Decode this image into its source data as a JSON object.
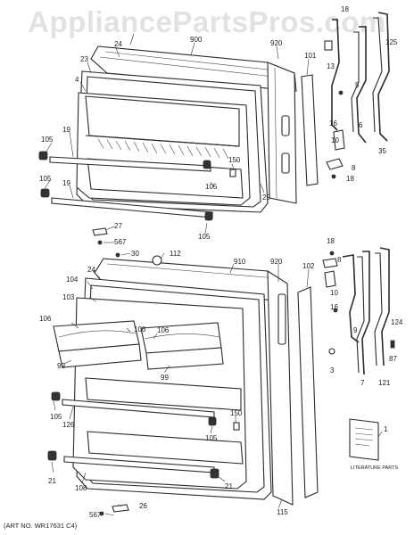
{
  "watermark": "AppliancePartsPros.com",
  "art_number": "(ART NO. WR17631 C4)",
  "literature_label": "LITERATURE PARTS",
  "callouts": {
    "top": {
      "c18a": "18",
      "c900": "900",
      "c920": "920",
      "c125": "125",
      "c24": "24",
      "c23": "23",
      "c101": "101",
      "c13": "13",
      "c5": "5",
      "c4": "4",
      "c16": "16",
      "c6": "6",
      "c105a": "105",
      "c19a": "19",
      "c10": "10",
      "c35": "35",
      "c150": "150",
      "c8": "8",
      "c18b": "18",
      "c105b": "105",
      "c19b": "19",
      "c105c": "105",
      "c29": "29",
      "c27": "27",
      "c105d": "105",
      "c567": "567"
    },
    "bottom": {
      "c18": "18",
      "c30": "30",
      "c112": "112",
      "c910": "910",
      "c920": "920",
      "c24": "24",
      "c8": "8",
      "c104": "104",
      "c10": "10",
      "c102": "102",
      "c103": "103",
      "c16": "16",
      "c106a": "106",
      "c106b": "106",
      "c124": "124",
      "c106c": "106",
      "c9": "9",
      "c87": "87",
      "c99a": "99",
      "c99b": "99",
      "c3": "3",
      "c7": "7",
      "c121": "121",
      "c105a": "105",
      "c126": "126",
      "c150": "150",
      "c105b": "105",
      "c1": "1",
      "c21a": "21",
      "c108": "108",
      "c21b": "21",
      "c115": "115",
      "c26": "26",
      "c567": "567"
    }
  }
}
